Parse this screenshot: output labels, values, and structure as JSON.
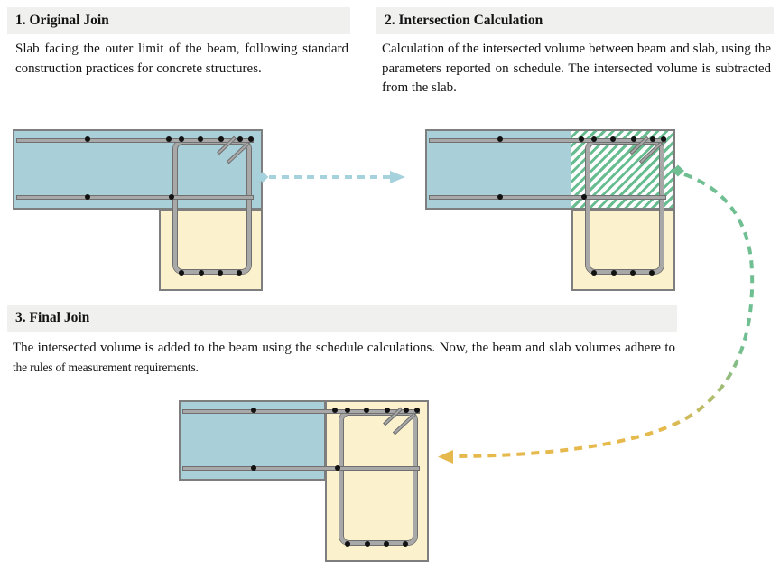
{
  "palette": {
    "header_bg": "#f0f0ef",
    "text_color": "#141414",
    "slab_fill": "#a9cfd8",
    "beam_fill": "#fbf2cd",
    "outline": "#7e7e7e",
    "rebar_fill": "#a8a8a8",
    "rebar_edge": "#6f6f6f",
    "dot_color": "#111111",
    "hatch_green": "#67bd90",
    "hatch_bg": "#ffffff",
    "arrow_blue": "#a5d2dc",
    "arrow_green": "#6fbf92",
    "arrow_yellow": "#e6b94d"
  },
  "sections": [
    {
      "title": "1. Original Join",
      "body": "Slab facing the outer limit of the beam, following standard construction practices for concrete structures."
    },
    {
      "title": "2. Intersection Calculation",
      "body": "Calculation of the intersected volume between beam and slab, using the parameters reported on schedule. The intersected volume is subtracted from the slab."
    },
    {
      "title": "3. Final Join",
      "body": "The intersected volume is added to the beam using the schedule calculations. Now, the beam and slab volumes adhere to ",
      "body_suffix": "the rules of measurement requirements."
    }
  ],
  "diagrams": [
    {
      "name": "original-join-drawing",
      "description": "Concrete slab (blue) joined to beam (yellow) with rebar bars, stirrup and hook"
    },
    {
      "name": "intersection-calculation-drawing",
      "description": "Same join with the slab/beam intersected volume shown as green hatched area"
    },
    {
      "name": "final-join-drawing",
      "description": "Beam enlarged to include the intersected volume, joined to the slab"
    }
  ],
  "arrows": [
    {
      "name": "flow-arrow-original-to-intersection",
      "style": "dashed straight, points right",
      "color_ref": "arrow_blue"
    },
    {
      "name": "flow-arrow-intersection-to-final",
      "style": "dashed curve, green fading to yellow, points left",
      "color_ref": "arrow_green / arrow_yellow"
    }
  ]
}
